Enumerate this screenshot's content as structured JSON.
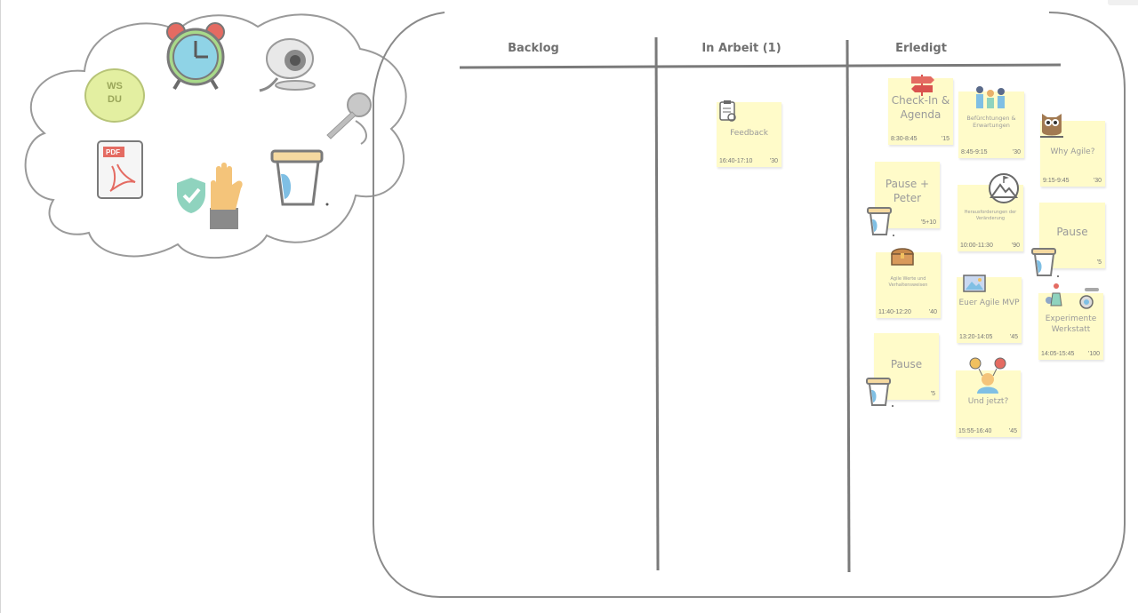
{
  "board": {
    "columns": [
      {
        "label": "Backlog"
      },
      {
        "label": "In Arbeit (1)"
      },
      {
        "label": "Erledigt"
      }
    ]
  },
  "cloud": {
    "ws_line1": "WS",
    "ws_line2": "DU",
    "pdf_label": "PDF",
    "icons": [
      "alarm-clock-icon",
      "webcam-icon",
      "microphone-icon",
      "pdf-icon",
      "shield-check-icon",
      "raised-hand-icon",
      "coffee-cup-icon"
    ]
  },
  "in_progress": [
    {
      "title": "Feedback",
      "time": "16:40-17:10",
      "dur": "'30",
      "icon": "clipboard-icon"
    }
  ],
  "done": [
    {
      "title": "Check-In & Agenda",
      "time": "8:30-8:45",
      "dur": "'15",
      "icon": "signpost-icon"
    },
    {
      "title": "Befürchtungen & Erwartungen",
      "time": "8:45-9:15",
      "dur": "'30",
      "icon": "people-icon"
    },
    {
      "title": "Why Agile?",
      "time": "9:15-9:45",
      "dur": "'30",
      "icon": "owl-icon"
    },
    {
      "title": "Pause + Peter",
      "time": "",
      "dur": "'5+10",
      "icon": "coffee-cup-icon"
    },
    {
      "title": "Herausforderungen der Veränderung",
      "time": "10:00-11:30",
      "dur": "'90",
      "icon": "mountain-flag-icon"
    },
    {
      "title": "Pause",
      "time": "",
      "dur": "'5",
      "icon": "coffee-cup-icon"
    },
    {
      "title": "Agile Werte und Verhaltensweisen",
      "time": "11:40-12:20",
      "dur": "'40",
      "icon": "treasure-chest-icon"
    },
    {
      "title": "Euer Agile MVP",
      "time": "13:20-14:05",
      "dur": "'45",
      "icon": "picture-icon"
    },
    {
      "title": "Experimente Werkstatt",
      "time": "14:05-15:45",
      "dur": "'100",
      "icon": "experiment-icon"
    },
    {
      "title": "Pause",
      "time": "",
      "dur": "'5",
      "icon": "coffee-cup-icon"
    },
    {
      "title": "Und jetzt?",
      "time": "15:55-16:40",
      "dur": "'45",
      "icon": "decision-person-icon"
    }
  ],
  "colors": {
    "note_bg": "#fffbc9",
    "line": "#7a7a7a",
    "cloud_stroke": "#9a9a9a"
  }
}
